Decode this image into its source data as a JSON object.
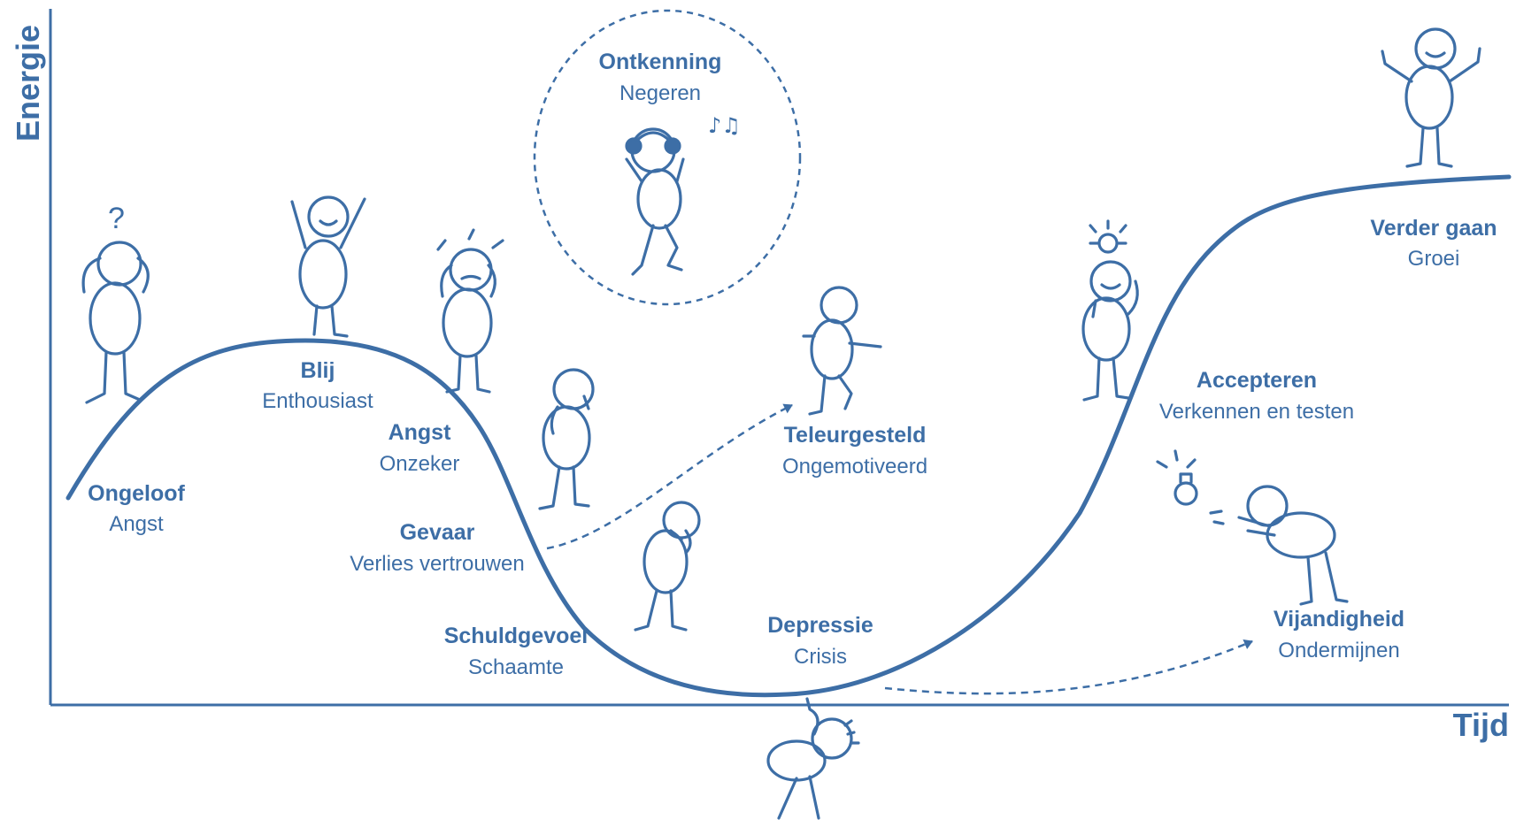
{
  "axes": {
    "y_label": "Energie",
    "x_label": "Tijd"
  },
  "colors": {
    "primary": "#3d6ea6",
    "background": "#ffffff"
  },
  "stages": [
    {
      "title": "Ongeloof",
      "subtitle": "Angst"
    },
    {
      "title": "Blij",
      "subtitle": "Enthousiast"
    },
    {
      "title": "Angst",
      "subtitle": "Onzeker"
    },
    {
      "title": "Ontkenning",
      "subtitle": "Negeren"
    },
    {
      "title": "Gevaar",
      "subtitle": "Verlies vertrouwen"
    },
    {
      "title": "Teleurgesteld",
      "subtitle": "Ongemotiveerd"
    },
    {
      "title": "Schuldgevoel",
      "subtitle": "Schaamte"
    },
    {
      "title": "Depressie",
      "subtitle": "Crisis"
    },
    {
      "title": "Accepteren",
      "subtitle": "Verkennen en testen"
    },
    {
      "title": "Vijandigheid",
      "subtitle": "Ondermijnen"
    },
    {
      "title": "Verder gaan",
      "subtitle": "Groei"
    }
  ]
}
